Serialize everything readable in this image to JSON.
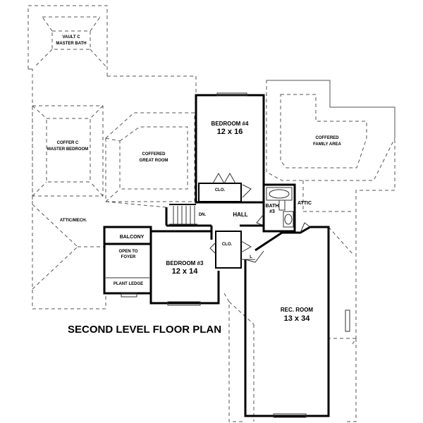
{
  "title": "SECOND LEVEL FLOOR PLAN",
  "rooms": {
    "vault_master_bath": [
      "VAULT C",
      "MASTER BATH"
    ],
    "coffer_master_bedroom": [
      "COFFER C",
      "MASTER BEDROOM"
    ],
    "coffered_great_room": [
      "COFFERED",
      "GREAT ROOM"
    ],
    "bedroom4": [
      "BEDROOM #4",
      "12 x 16"
    ],
    "coffered_family_area": [
      "COFFERED",
      "FAMILY AREA"
    ],
    "clo_bed4": "CLO.",
    "attic_mech": "ATTIC/MECH.",
    "hall": "HALL",
    "bath3": [
      "BATH",
      "#3"
    ],
    "attic": "ATTIC",
    "dn": "DN.",
    "balcony": "BALCONY",
    "open_to_foyer": [
      "OPEN TO",
      "FOYER"
    ],
    "plant_ledge": "PLANT LEDGE",
    "bedroom3": [
      "BEDROOM #3",
      "12 x 14"
    ],
    "clo_bed3": "CLO.",
    "l": "L",
    "rec_room": [
      "REC. ROOM",
      "13 x 34"
    ]
  }
}
